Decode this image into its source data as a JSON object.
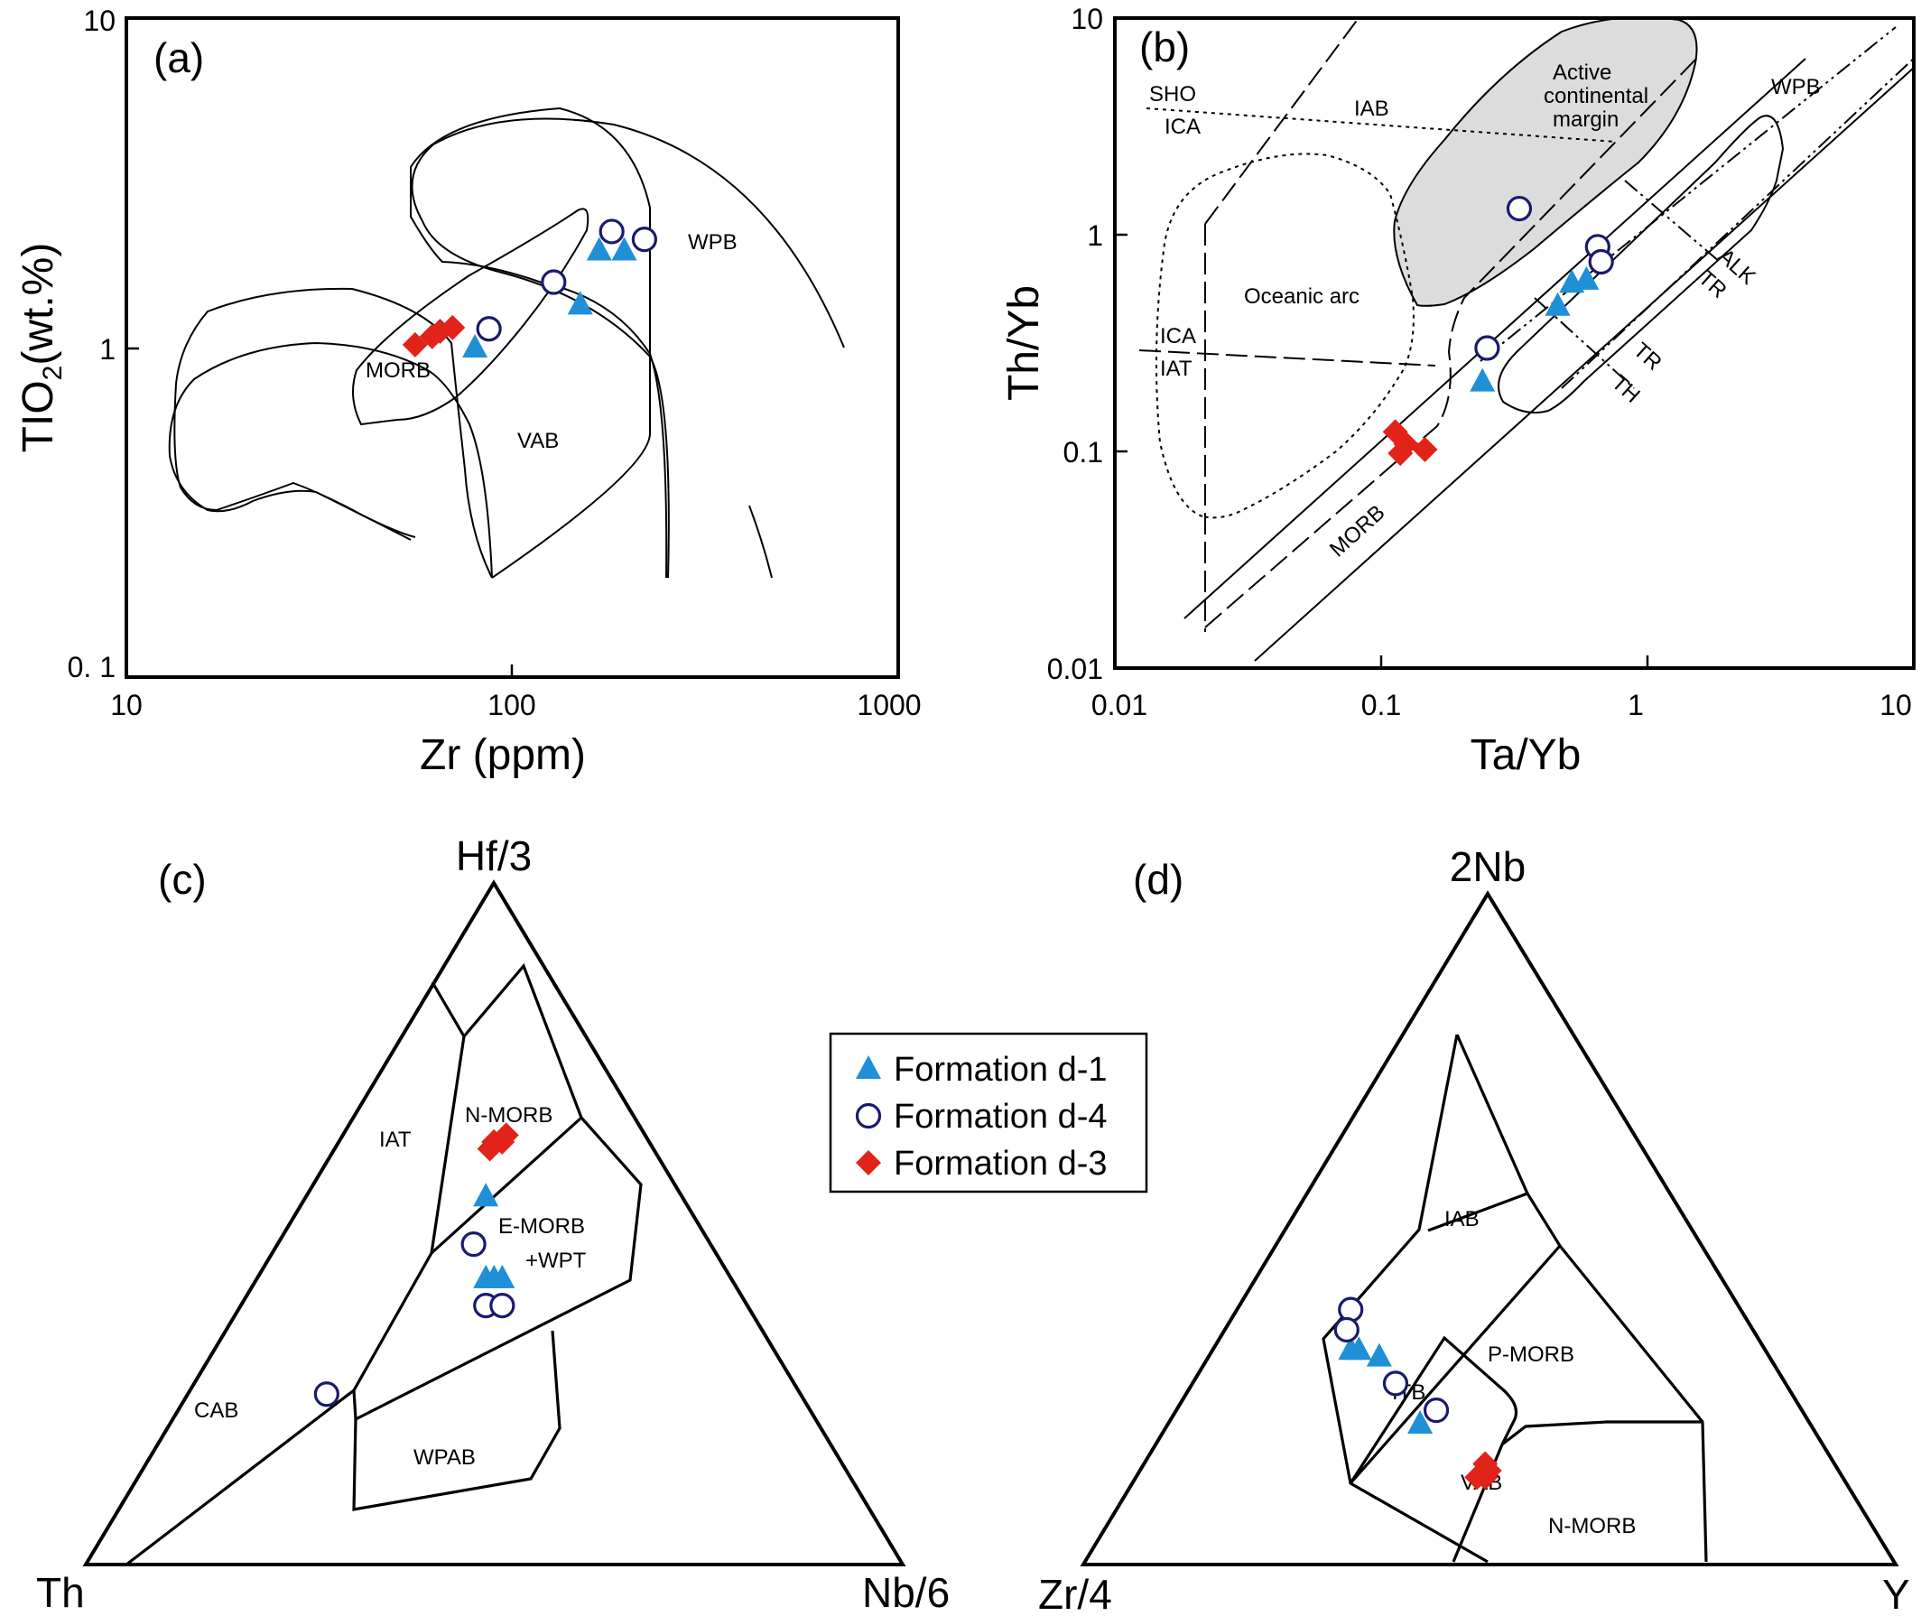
{
  "colors": {
    "formation_d1": "#1f8fd6",
    "formation_d4": "#1a1a6e",
    "formation_d3": "#e2231a",
    "active_margin_fill": "#dcdcdc"
  },
  "legend": {
    "items": [
      {
        "label": "Formation d-1",
        "marker": "filled-triangle",
        "color": "#1f8fd6"
      },
      {
        "label": "Formation d-4",
        "marker": "open-circle",
        "color": "#1a1a6e"
      },
      {
        "label": "Formation d-3",
        "marker": "filled-diamond",
        "color": "#e2231a"
      }
    ]
  },
  "panels": {
    "a": {
      "label": "(a)",
      "xlabel": "Zr (ppm)",
      "ylabel_main": "TIO",
      "ylabel_sub": "2",
      "ylabel_tail": "(wt.%)",
      "x_ticks": [
        "10",
        "100",
        "1000"
      ],
      "y_ticks": [
        "10",
        "1",
        "0. 1"
      ],
      "fields": {
        "wpb": "WPB",
        "morb": "MORB",
        "vab": "VAB"
      }
    },
    "b": {
      "label": "(b)",
      "xlabel": "Ta/Yb",
      "ylabel": "Th/Yb",
      "x_ticks": [
        "0.01",
        "0.1",
        "1",
        "10"
      ],
      "y_ticks": [
        "10",
        "1",
        "0.1",
        "0.01"
      ],
      "fields": {
        "iab": "IAB",
        "acm_1": "Active",
        "acm_2": "continental",
        "acm_3": "margin",
        "wpb": "WPB",
        "sho": "SHO",
        "ica_upper": "ICA",
        "ica_lower": "ICA",
        "iat": "IAT",
        "oceanic_arc": "Oceanic arc",
        "morb": "MORB",
        "alk": "ALK",
        "tr_upper": "TR",
        "tr_lower": "TR",
        "th": "TH"
      }
    },
    "c": {
      "label": "(c)",
      "vertices": {
        "top": "Hf/3",
        "left": "Th",
        "right": "Nb/6"
      },
      "fields": {
        "iat": "IAT",
        "nmorb": "N-MORB",
        "emorb_1": "E-MORB",
        "emorb_2": "+WPT",
        "cab": "CAB",
        "wpab": "WPAB"
      }
    },
    "d": {
      "label": "(d)",
      "vertices": {
        "top": "2Nb",
        "left": "Zr/4",
        "right": "Y"
      },
      "fields": {
        "iab": "IAB",
        "pmorb": "P-MORB",
        "itb": "ITB",
        "vab": "VAB",
        "nmorb": "N-MORB"
      }
    }
  },
  "chart_data": [
    {
      "type": "scatter",
      "title": "(a)",
      "xlabel": "Zr (ppm)",
      "ylabel": "TIO2(wt.%)",
      "xscale": "log",
      "yscale": "log",
      "xlim": [
        10,
        1000
      ],
      "ylim": [
        0.1,
        10
      ],
      "series": [
        {
          "name": "Formation d-1",
          "points": [
            [
              168,
              1.97
            ],
            [
              195,
              1.97
            ],
            [
              150,
              1.35
            ],
            [
              80,
              1.0
            ]
          ]
        },
        {
          "name": "Formation d-4",
          "points": [
            [
              181,
              2.25
            ],
            [
              220,
              2.13
            ],
            [
              128,
              1.58
            ],
            [
              87,
              1.14
            ]
          ]
        },
        {
          "name": "Formation d-3",
          "points": [
            [
              56,
              1.02
            ],
            [
              62,
              1.08
            ],
            [
              65,
              1.12
            ],
            [
              70,
              1.15
            ]
          ]
        }
      ]
    },
    {
      "type": "scatter",
      "title": "(b)",
      "xlabel": "Ta/Yb",
      "ylabel": "Th/Yb",
      "xscale": "log",
      "yscale": "log",
      "xlim": [
        0.01,
        10
      ],
      "ylim": [
        0.01,
        10
      ],
      "series": [
        {
          "name": "Formation d-1",
          "points": [
            [
              0.52,
              0.6
            ],
            [
              0.59,
              0.62
            ],
            [
              0.46,
              0.47
            ],
            [
              0.24,
              0.21
            ]
          ]
        },
        {
          "name": "Formation d-4",
          "points": [
            [
              0.33,
              1.32
            ],
            [
              0.65,
              0.88
            ],
            [
              0.67,
              0.75
            ],
            [
              0.25,
              0.3
            ]
          ]
        },
        {
          "name": "Formation d-3",
          "points": [
            [
              0.113,
              0.123
            ],
            [
              0.124,
              0.108
            ],
            [
              0.146,
              0.102
            ],
            [
              0.118,
              0.098
            ]
          ]
        }
      ]
    },
    {
      "type": "ternary",
      "title": "(c)",
      "axes": [
        "Hf/3",
        "Th",
        "Nb/6"
      ],
      "series": [
        {
          "name": "Formation d-1",
          "points": [
            [
              0.54,
              0.24,
              0.22
            ],
            [
              0.42,
              0.28,
              0.3
            ],
            [
              0.42,
              0.3,
              0.28
            ],
            [
              0.42,
              0.29,
              0.29
            ]
          ]
        },
        {
          "name": "Formation d-4",
          "points": [
            [
              0.47,
              0.29,
              0.24
            ],
            [
              0.38,
              0.32,
              0.3
            ],
            [
              0.38,
              0.3,
              0.32
            ],
            [
              0.25,
              0.58,
              0.17
            ]
          ]
        },
        {
          "name": "Formation d-3",
          "points": [
            [
              0.61,
              0.2,
              0.19
            ],
            [
              0.62,
              0.19,
              0.19
            ],
            [
              0.62,
              0.18,
              0.2
            ],
            [
              0.63,
              0.17,
              0.2
            ]
          ]
        }
      ]
    },
    {
      "type": "ternary",
      "title": "(d)",
      "axes": [
        "2Nb",
        "Zr/4",
        "Y"
      ],
      "series": [
        {
          "name": "Formation d-1",
          "points": [
            [
              0.32,
              0.51,
              0.17
            ],
            [
              0.32,
              0.5,
              0.18
            ],
            [
              0.31,
              0.48,
              0.21
            ],
            [
              0.21,
              0.48,
              0.31
            ]
          ]
        },
        {
          "name": "Formation d-4",
          "points": [
            [
              0.38,
              0.48,
              0.14
            ],
            [
              0.35,
              0.5,
              0.15
            ],
            [
              0.27,
              0.48,
              0.25
            ],
            [
              0.23,
              0.45,
              0.32
            ]
          ]
        },
        {
          "name": "Formation d-3",
          "points": [
            [
              0.13,
              0.45,
              0.42
            ],
            [
              0.15,
              0.43,
              0.42
            ],
            [
              0.14,
              0.43,
              0.43
            ],
            [
              0.13,
              0.44,
              0.43
            ]
          ]
        }
      ]
    }
  ]
}
